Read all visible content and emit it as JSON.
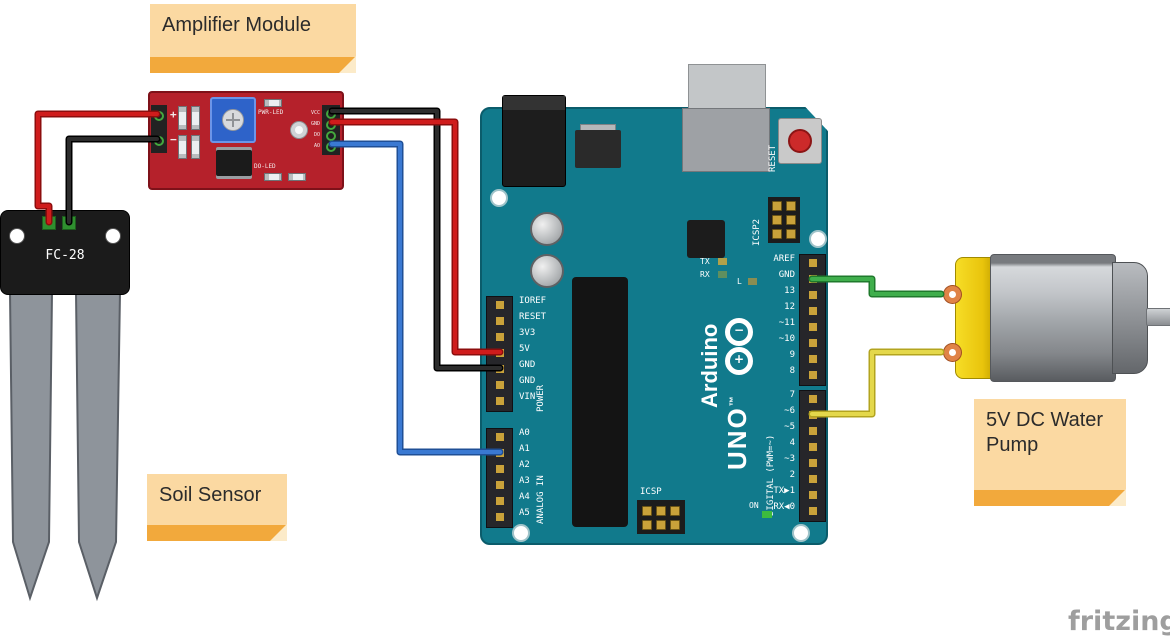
{
  "colors": {
    "board_teal": "#117a8c",
    "pcb_red": "#b5212b",
    "note_bg": "#fbd9a2",
    "note_strip": "#f2a93c",
    "pump_yellow": "#f0cd05"
  },
  "wires": {
    "red": "#cf1c1c",
    "red_edge": "#8d0d0d",
    "black": "#2c2c2c",
    "black_edge": "#000000",
    "blue": "#3a79d2",
    "blue_edge": "#1f4f96",
    "green": "#3fae4c",
    "green_edge": "#1f7a2c",
    "yellow": "#e4d84b",
    "yellow_edge": "#b3a41f"
  },
  "notes": {
    "amplifier": "Amplifier Module",
    "soil": "Soil Sensor",
    "pump": "5V DC Water Pump"
  },
  "watermark": "fritzing",
  "soil_sensor": {
    "model": "FC-28"
  },
  "amplifier": {
    "plus": "+",
    "minus": "−",
    "pwr_led": "PWR-LED",
    "do_led": "DO-LED",
    "pins": [
      "VCC",
      "GND",
      "DO",
      "AO"
    ]
  },
  "arduino": {
    "reset": "RESET",
    "icsp2": "ICSP2",
    "icsp": "ICSP",
    "on": "ON",
    "tx": "TX",
    "rx": "RX",
    "l": "L",
    "brand": "Arduino",
    "model": "UNO",
    "tm": "™",
    "logo_minus": "−",
    "logo_plus": "+",
    "digital_label": "DIGITAL (PWM=~)",
    "power_label": "POWER",
    "analog_label": "ANALOG IN",
    "digital_top": [
      "AREF",
      "GND",
      "13",
      "12",
      "~11",
      "~10",
      "9",
      "8"
    ],
    "digital_bottom": [
      "7",
      "~6",
      "~5",
      "4",
      "~3",
      "2",
      "TX▶1",
      "RX◀0"
    ],
    "power_pins": [
      "IOREF",
      "RESET",
      "3V3",
      "5V",
      "GND",
      "GND",
      "VIN"
    ],
    "analog_pins": [
      "A0",
      "A1",
      "A2",
      "A3",
      "A4",
      "A5"
    ]
  }
}
